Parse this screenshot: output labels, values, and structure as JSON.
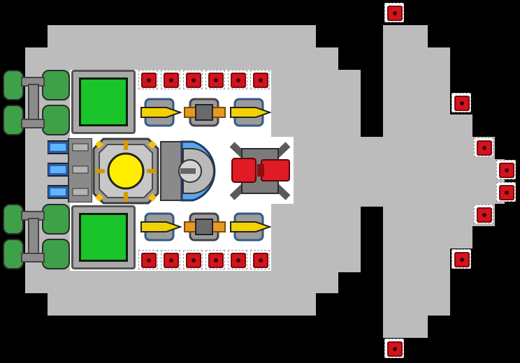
{
  "scene": "ship-builder-view",
  "colors": {
    "background": "#000000",
    "hull": "#bcbcbc",
    "deck": "#ffffff",
    "armor_block": "#d3141c",
    "tank": "#3fa04a",
    "screen": "#19c52a",
    "reactor_core": "#ffee00",
    "gun_barrel": "#f2d300",
    "cannon": "#e01b24",
    "shield_glow": "#63b9ff"
  },
  "modules": {
    "armor_blocks": 20,
    "fuel_tanks": 4,
    "control_screens": 2,
    "reactor": 1,
    "shield_generator": 1,
    "laser_turrets": 4,
    "mass_drivers": 2,
    "heavy_cannon": 1,
    "thrusters": 3
  },
  "icons": {
    "reactor": "reactor-icon",
    "shield": "shield-generator-icon",
    "cannon": "heavy-cannon-icon",
    "laser": "laser-turret-icon",
    "driver": "mass-driver-icon",
    "armor": "armor-block-icon",
    "tank": "fuel-tank-icon",
    "screen": "control-screen-icon",
    "thruster": "thruster-icon"
  }
}
